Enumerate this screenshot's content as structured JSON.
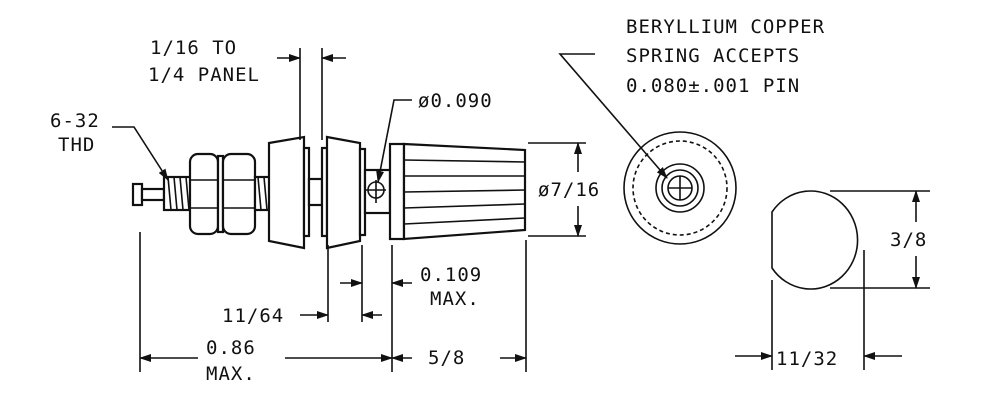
{
  "title": "Banana jack binding post dimension drawing",
  "labels": {
    "panel_line1": "1/16 TO",
    "panel_line2": "1/4 PANEL",
    "hole_dia": "ø0.090",
    "thread_line1": "6-32",
    "thread_line2": "THD",
    "body_dia": "ø7/16",
    "callout_line1": "BERYLLIUM COPPER",
    "callout_line2": "SPRING ACCEPTS",
    "callout_line3": "0.080±.001 PIN",
    "side_height": "3/8",
    "side_width": "11/32",
    "gap_line1": "0.109",
    "gap_line2": "MAX.",
    "washer": "11/64",
    "overall_line1": "0.86",
    "overall_line2": "MAX.",
    "body_length": "5/8"
  }
}
